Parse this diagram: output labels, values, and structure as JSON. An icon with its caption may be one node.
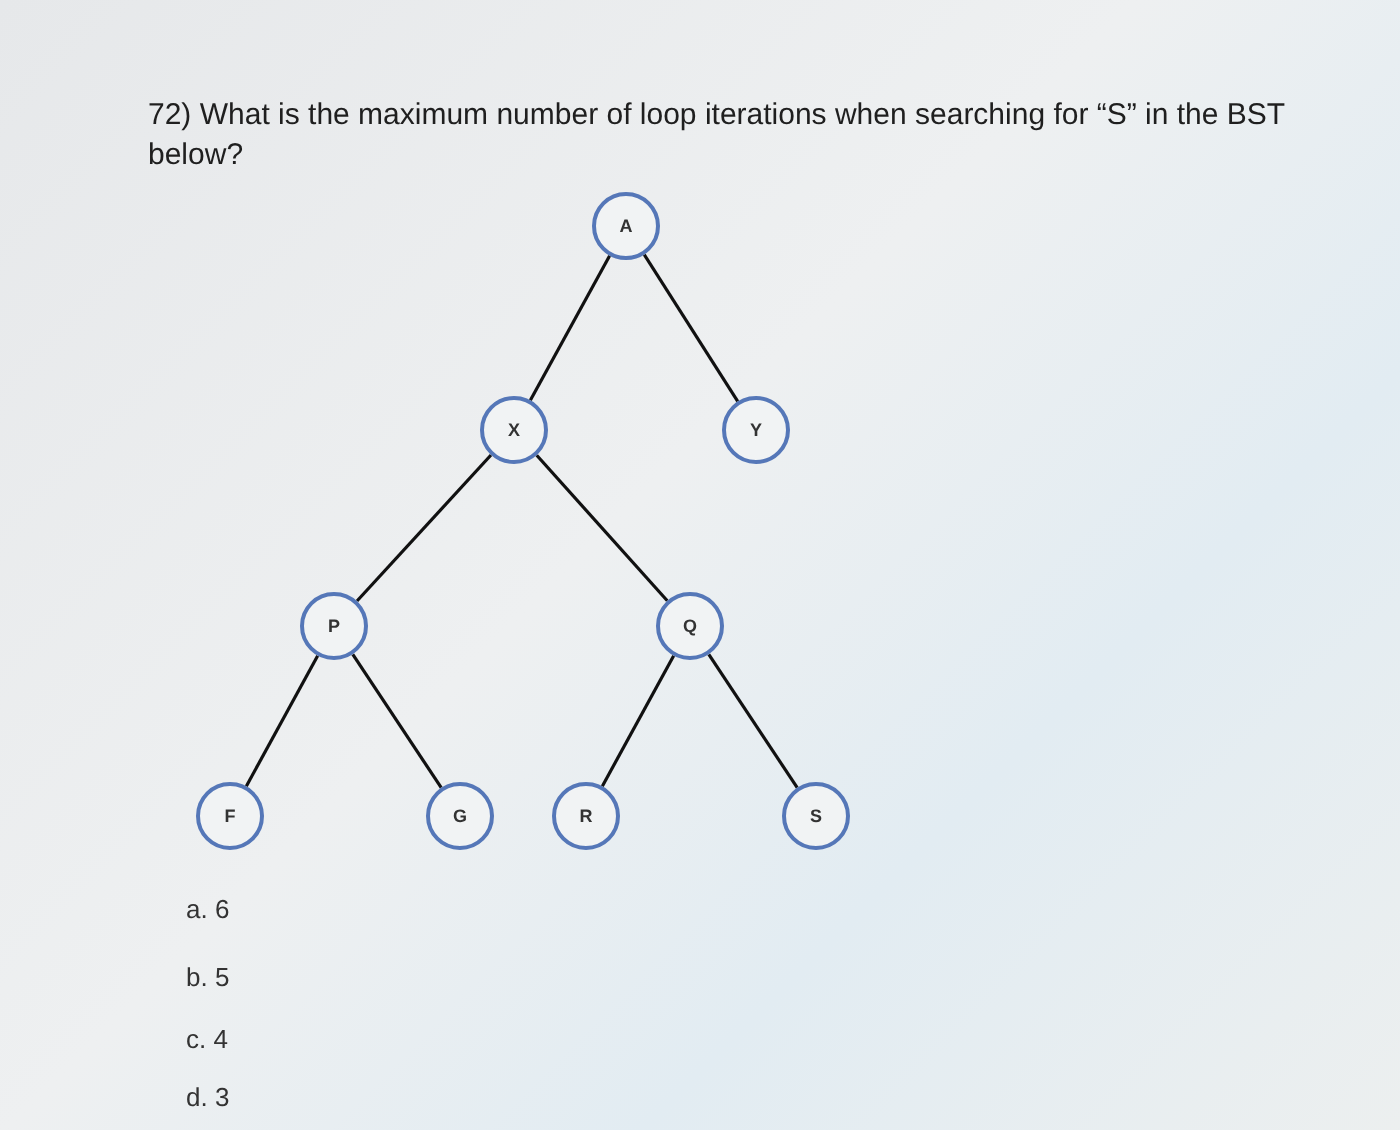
{
  "diagram": {
    "title": "72) What is the maximum number of loop iterations when searching for “S” in the BST below?",
    "nodes": [
      {
        "text": [
          "A"
        ]
      },
      {
        "text": [
          "X"
        ]
      },
      {
        "text": [
          "Y"
        ]
      },
      {
        "text": [
          "P"
        ]
      },
      {
        "text": [
          "Q"
        ]
      },
      {
        "text": [
          "F"
        ]
      },
      {
        "text": [
          "G"
        ]
      },
      {
        "text": [
          "R"
        ]
      },
      {
        "text": [
          "S"
        ]
      }
    ],
    "edges": [
      {
        "from": 0,
        "to": 1,
        "arrow": "none"
      },
      {
        "from": 0,
        "to": 2,
        "arrow": "none"
      },
      {
        "from": 1,
        "to": 3,
        "arrow": "none"
      },
      {
        "from": 1,
        "to": 4,
        "arrow": "none"
      },
      {
        "from": 3,
        "to": 5,
        "arrow": "none"
      },
      {
        "from": 3,
        "to": 6,
        "arrow": "none"
      },
      {
        "from": 4,
        "to": 7,
        "arrow": "none"
      },
      {
        "from": 4,
        "to": 8,
        "arrow": "none"
      }
    ],
    "labels": [
      "a. 6",
      "b. 5",
      "c. 4",
      "d. 3"
    ]
  }
}
